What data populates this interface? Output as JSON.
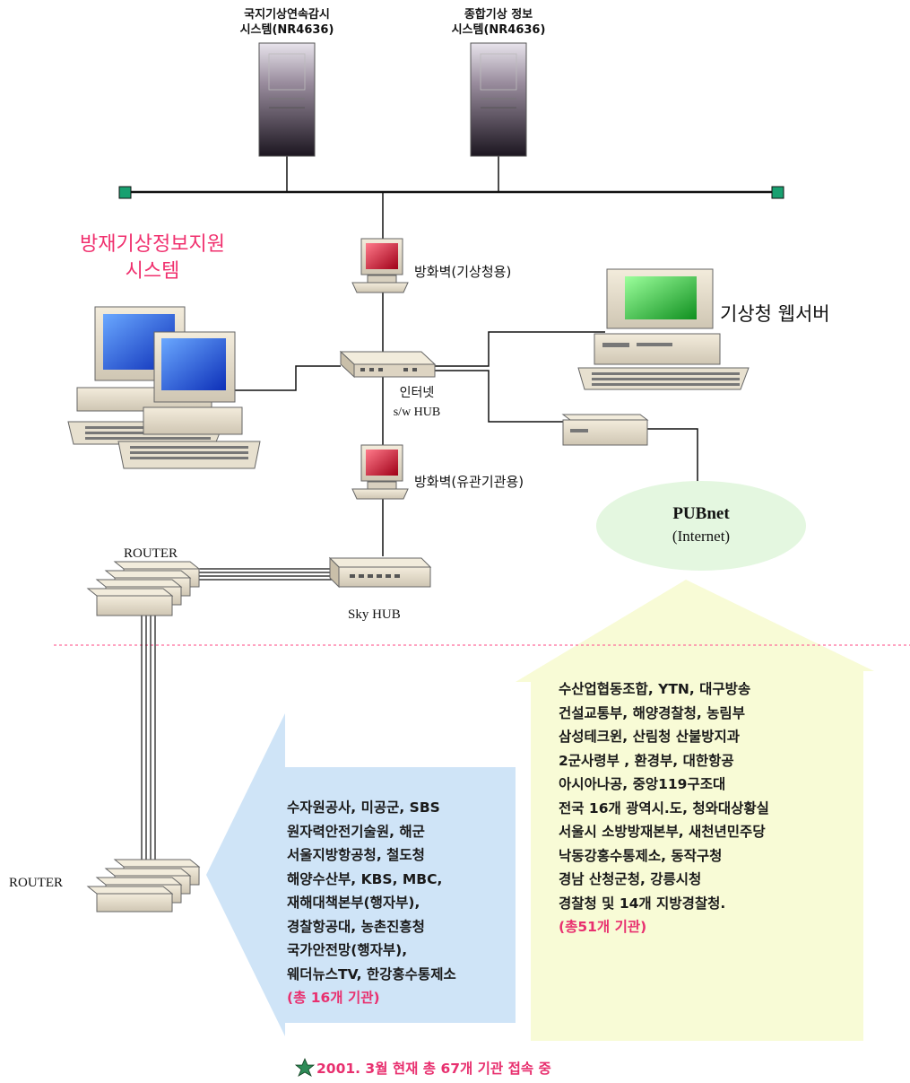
{
  "servers": [
    {
      "line1": "국지기상연속감시",
      "line2": "시스템(NR4636)"
    },
    {
      "line1": "종합기상 정보",
      "line2": "시스템(NR4636)"
    }
  ],
  "system_title": [
    "방재기상정보지원",
    "시스템"
  ],
  "firewall_top_label": "방화벽(기상청용)",
  "firewall_bottom_label": "방화벽(유관기관용)",
  "web_server_label": "기상청 웹서버",
  "hub_label": [
    "인터넷",
    "s/w HUB"
  ],
  "pubnet": {
    "title": "PUBnet",
    "subtitle": "(Internet)"
  },
  "router_top_label": "ROUTER",
  "router_bottom_label": "ROUTER",
  "sky_hub_label": "Sky HUB",
  "left_orgs": {
    "lines": [
      "수자원공사, 미공군, SBS",
      "원자력안전기술원, 해군",
      "서울지방항공청, 철도청",
      "해양수산부,  KBS,  MBC,",
      "재해대책본부(행자부),",
      "경찰항공대, 농촌진흥청",
      "국가안전망(행자부),",
      "웨더뉴스TV, 한강홍수통제소"
    ],
    "total": "(총 16개 기관)"
  },
  "right_orgs": {
    "lines": [
      "수산업협동조합,  YTN,    대구방송",
      " 건설교통부, 해양경찰청,  농림부",
      "삼성테크윈,  산림청 산불방지과",
      "2군사령부 ,   환경부,  대한항공",
      " 아시아나공,  중앙119구조대",
      "전국 16개 광역시.도,   청와대상황실",
      "서울시 소방방재본부, 새천년민주당",
      "낙동강홍수통제소,      동작구청",
      "경남  산청군청,           강릉시청",
      " 경찰청 및 14개 지방경찰청."
    ],
    "total": "(총51개 기관)"
  },
  "footer": "2001. 3월 현재 총 67개 기관 접속 중",
  "colors": {
    "pink_title": "#f0306e",
    "left_arrow": "#cfe4f7",
    "right_arrow": "#f8fbd6",
    "pubnet_ellipse": "#e4f7e0",
    "footer_star": "#2e8b57",
    "node_green": "#18a070"
  }
}
